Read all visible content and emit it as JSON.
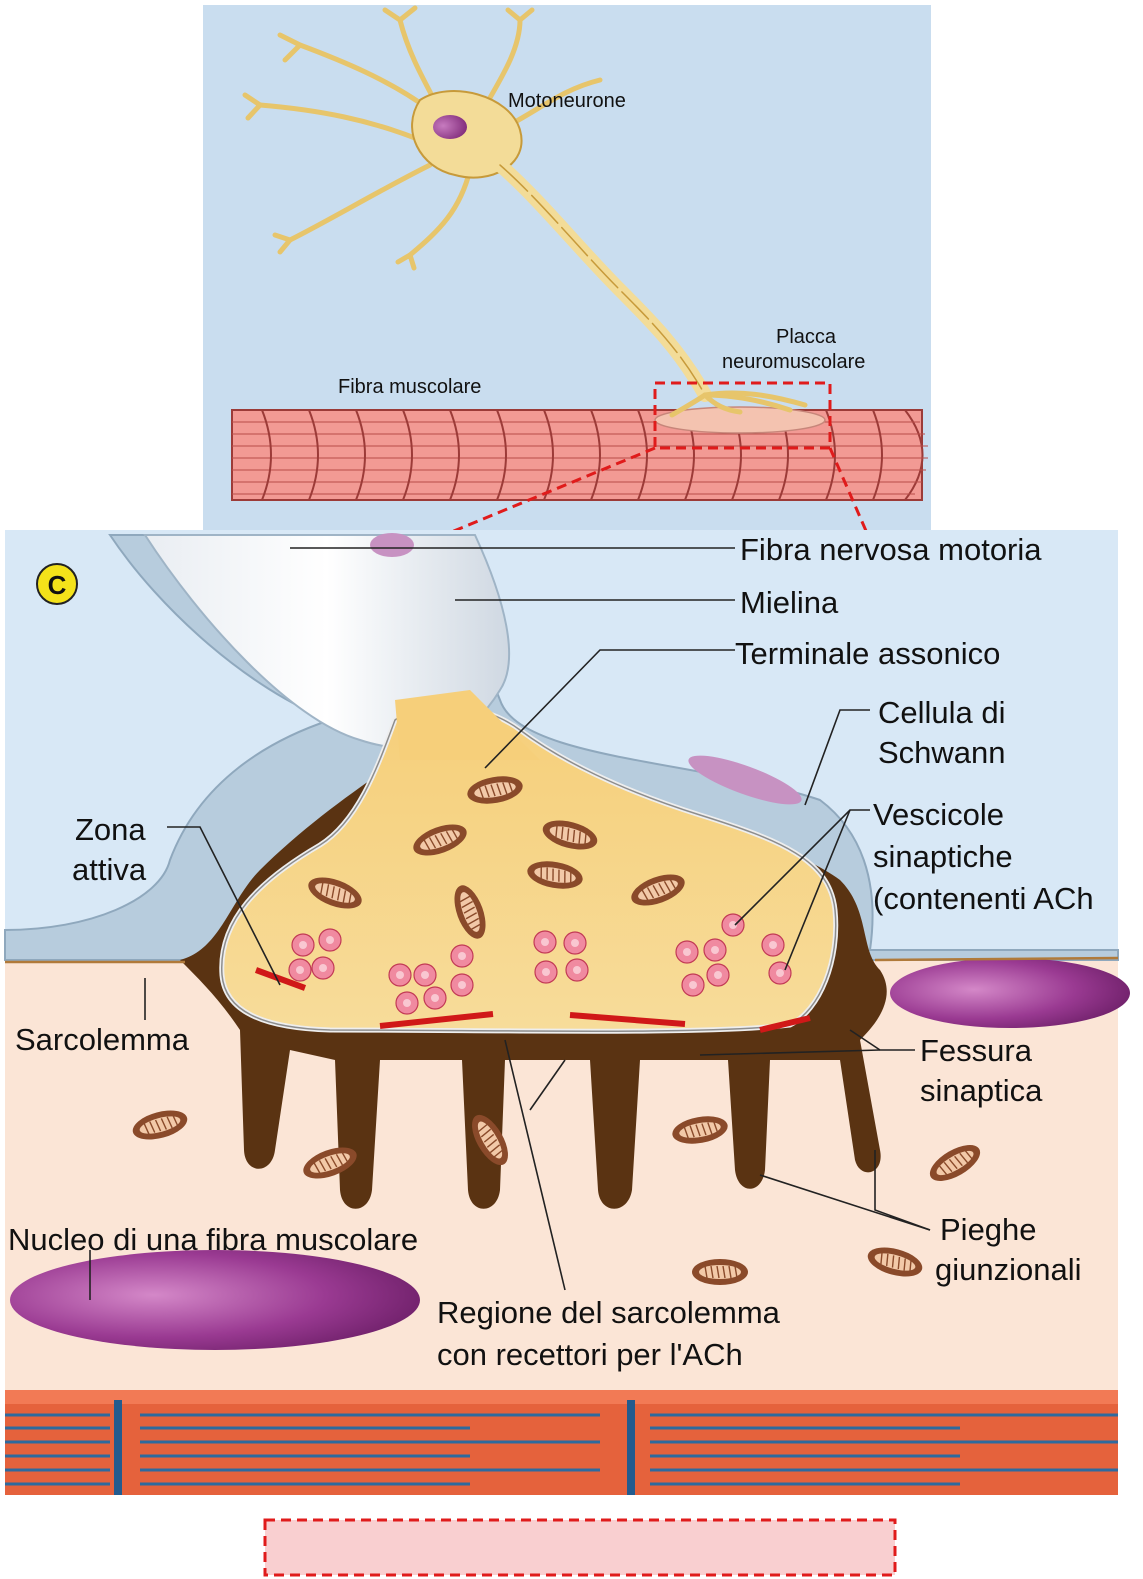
{
  "overview": {
    "neuron_label": "Motoneurone",
    "endplate_label_line1": "Placca",
    "endplate_label_line2": "neuromuscolare",
    "fiber_label": "Fibra muscolare"
  },
  "detail": {
    "badge": "C",
    "labels": {
      "motor_nerve_fiber": "Fibra nervosa motoria",
      "myelin": "Mielina",
      "axon_terminal": "Terminale assonico",
      "schwann_line1": "Cellula di",
      "schwann_line2": "Schwann",
      "vesicles_line1": "Vescicole",
      "vesicles_line2": "sinaptiche",
      "vesicles_line3": "(contenenti ACh",
      "active_zone_line1": "Zona",
      "active_zone_line2": "attiva",
      "sarcolemma": "Sarcolemma",
      "cleft_line1": "Fessura",
      "cleft_line2": "sinaptica",
      "folds_line1": "Pieghe",
      "folds_line2": "giunzionali",
      "nucleus": "Nucleo di una fibra muscolare",
      "receptor_region_line1": "Regione del sarcolemma",
      "receptor_region_line2": "con recettori per l'ACh"
    }
  },
  "colors": {
    "overview_bg": "#c9ddef",
    "detail_bg": "#d8e8f6",
    "neuron": "#f3dc98",
    "muscle": "#f29a94",
    "terminal": "#f6c96a",
    "cleft": "#5a3312",
    "sarcoplasm": "#fbe5d6",
    "nucleus": "#8c2f86",
    "callout": "#e01b1b",
    "badge": "#f4e21a"
  }
}
